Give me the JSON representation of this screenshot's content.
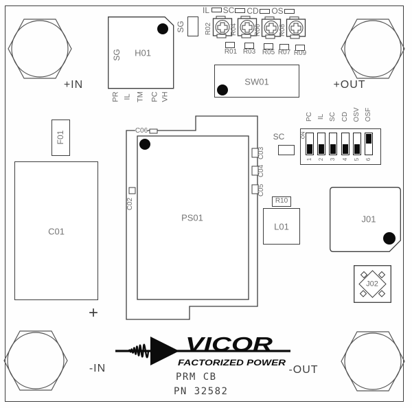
{
  "colors": {
    "outline": "#3d3d3d",
    "label_gray": "#6a6a6a",
    "silk_dark": "#3f3f3f",
    "fill_black": "#0c0c0c",
    "background": "#ffffff"
  },
  "terminals": {
    "pos_in": "+IN",
    "pos_out": "+OUT",
    "neg_in": "-IN",
    "neg_out": "-OUT",
    "c01_polarity": "+"
  },
  "h01": {
    "ref": "H01",
    "side_label": "SG",
    "pins": [
      "PR",
      "IL",
      "TM",
      "PC",
      "VH"
    ]
  },
  "sg_pad": {
    "label": "SG"
  },
  "sc_pad": {
    "label": "SC"
  },
  "trimmers": {
    "functions": [
      "IL",
      "SC",
      "CD",
      "OS"
    ],
    "pots": [
      "R02",
      "R04",
      "R06",
      "R08"
    ],
    "resistors": [
      "R01",
      "R03",
      "R05",
      "R07",
      "R09"
    ]
  },
  "sw01": {
    "ref": "SW01"
  },
  "ps01": {
    "ref": "PS01",
    "c02": "C02",
    "c03": "C03",
    "c04": "C04",
    "c05": "C05",
    "c06": "C06"
  },
  "f01": {
    "ref": "F01"
  },
  "c01": {
    "ref": "C01"
  },
  "r10": {
    "ref": "R10"
  },
  "l01": {
    "ref": "L01"
  },
  "j01": {
    "ref": "J01"
  },
  "j02": {
    "ref": "J02"
  },
  "dip": {
    "on_label": "ON",
    "channels": [
      {
        "label": "PC",
        "num": "1"
      },
      {
        "label": "IL",
        "num": "2"
      },
      {
        "label": "SC",
        "num": "3"
      },
      {
        "label": "CD",
        "num": "4"
      },
      {
        "label": "OSV",
        "num": "5"
      },
      {
        "label": "OSF",
        "num": "6"
      }
    ]
  },
  "logo": {
    "brand": "VICOR",
    "tagline": "FACTORIZED POWER"
  },
  "silk": {
    "line1": "PRM CB",
    "line2": "PN 32582"
  }
}
